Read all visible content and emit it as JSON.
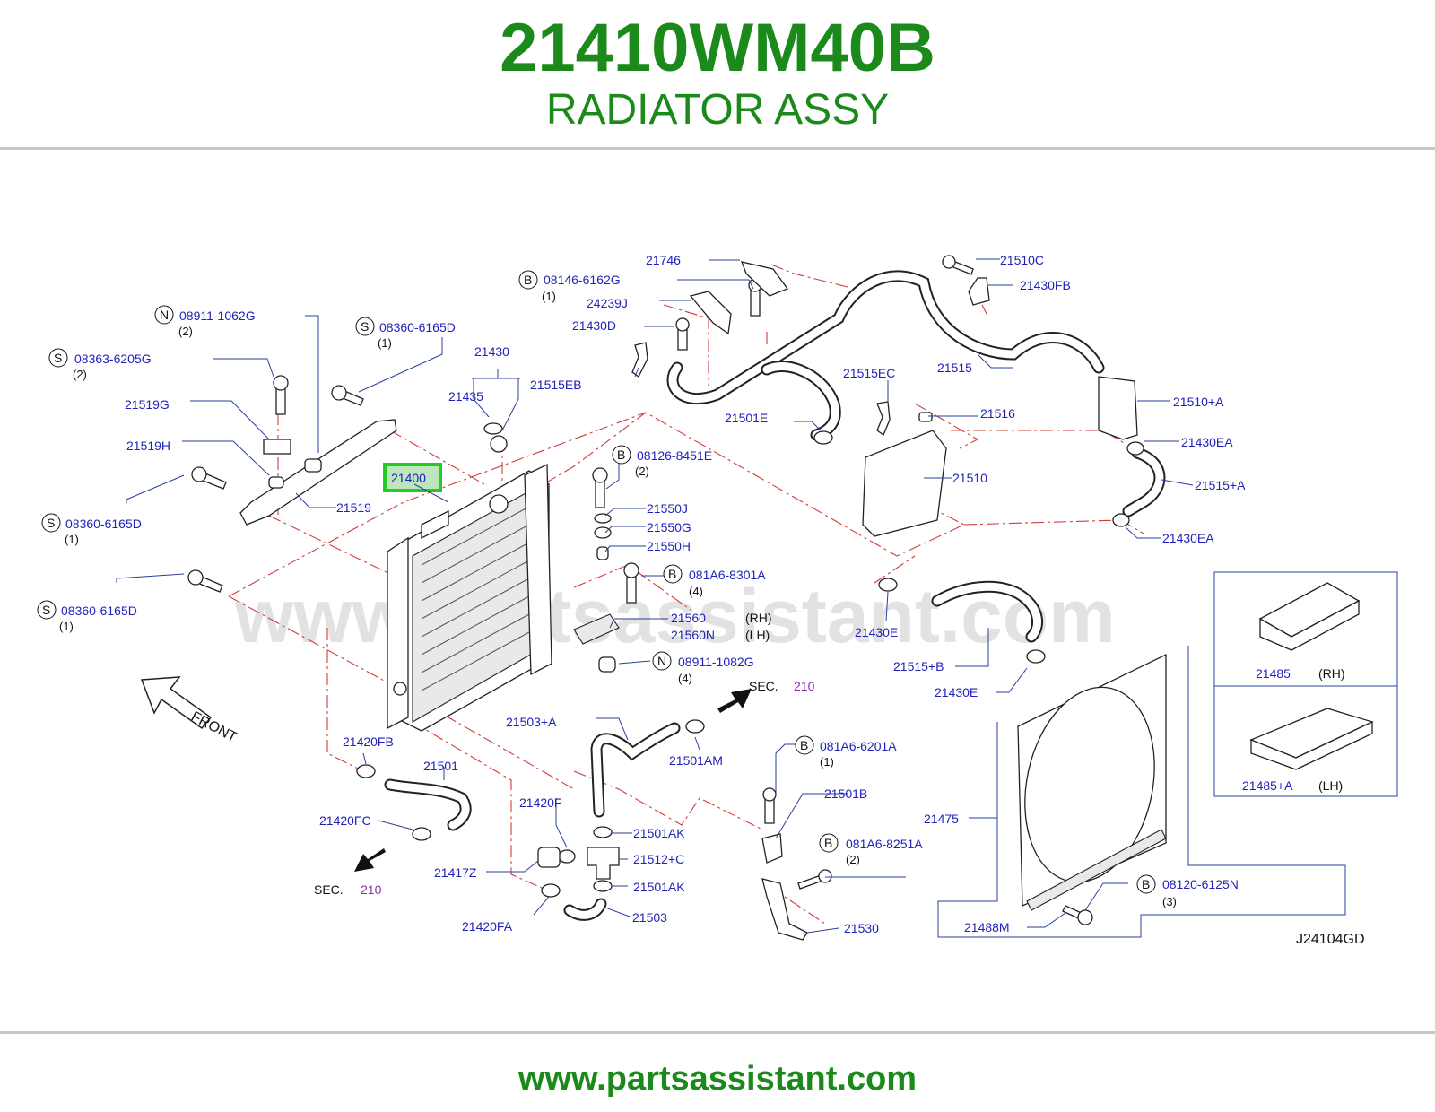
{
  "header": {
    "title": "21410WM40B",
    "subtitle": "RADIATOR ASSY"
  },
  "footer": {
    "url": "www.partsassistant.com"
  },
  "watermark": "www.partsassistant.com",
  "highlight_color": "#22cc22",
  "brand_color": "#1b8a1b",
  "labels": {
    "p21746": "21746",
    "p08146": "08146-6162G",
    "p08146_qty": "(1)",
    "p24239j": "24239J",
    "p21430d": "21430D",
    "p21510c": "21510C",
    "p21430fb": "21430FB",
    "p08911a": "08911-1062G",
    "p08911a_qty": "(2)",
    "p08360a": "08360-6165D",
    "p08360a_qty": "(1)",
    "p08363": "08363-6205G",
    "p08363_qty": "(2)",
    "p21430": "21430",
    "p21435": "21435",
    "p21515eb": "21515EB",
    "p21515ec": "21515EC",
    "p21515": "21515",
    "p21510a": "21510+A",
    "p21519g": "21519G",
    "p21519h": "21519H",
    "p21501e": "21501E",
    "p21516": "21516",
    "p21430ea1": "21430EA",
    "p21400": "21400",
    "p08126": "08126-8451E",
    "p08126_qty": "(2)",
    "p21510": "21510",
    "p21515a": "21515+A",
    "p08360b": "08360-6165D",
    "p08360b_qty": "(1)",
    "p21519": "21519",
    "p21550j": "21550J",
    "p21550g": "21550G",
    "p21550h": "21550H",
    "p21430ea2": "21430EA",
    "p081a6a": "081A6-8301A",
    "p081a6a_qty": "(4)",
    "p08360c": "08360-6165D",
    "p08360c_qty": "(1)",
    "p21560": "21560",
    "rh": "(RH)",
    "p21560n": "21560N",
    "lh": "(LH)",
    "p21430e1": "21430E",
    "p08911b": "08911-1082G",
    "p08911b_qty": "(4)",
    "p21515b": "21515+B",
    "p21430e2": "21430E",
    "p21485": "21485",
    "p21485_side": "(RH)",
    "p21485a": "21485+A",
    "p21485a_side": "(LH)",
    "sec": "SEC.",
    "sec_num": "210",
    "front": "FRONT",
    "p21503a": "21503+A",
    "p21501am": "21501AM",
    "p21420fb": "21420FB",
    "p081a6b": "081A6-6201A",
    "p081a6b_qty": "(1)",
    "p21501": "21501",
    "p21501b": "21501B",
    "p21420f": "21420F",
    "p21475": "21475",
    "p21420fc": "21420FC",
    "p21501ak1": "21501AK",
    "p081a6c": "081A6-8251A",
    "p081a6c_qty": "(2)",
    "p21512c": "21512+C",
    "p21417z": "21417Z",
    "p21501ak2": "21501AK",
    "p08120": "08120-6125N",
    "p08120_qty": "(3)",
    "p21503": "21503",
    "p21420fa": "21420FA",
    "p21530": "21530",
    "p21488m": "21488M",
    "code": "J24104GD",
    "mark_b": "B",
    "mark_n": "N",
    "mark_s": "S"
  }
}
